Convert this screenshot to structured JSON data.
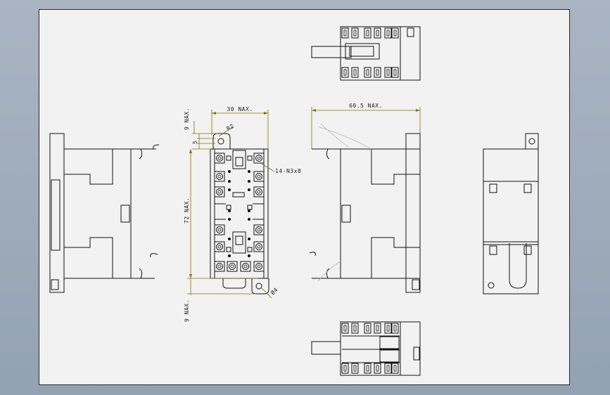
{
  "drawing": {
    "dimensions": {
      "width_top": "30 NAX.",
      "width_side": "60.5 NAX.",
      "height_main": "72 NAX.",
      "top_margin": "9 NAX.",
      "bottom_margin": "9 NAX.",
      "small_gap": "5",
      "radius": "R2",
      "hole_diameter": "Ø4",
      "terminals": "14-N3x8"
    },
    "colors": {
      "background": "#93a2b3",
      "sheet": "#f2f2f2",
      "line": "#111111",
      "dimension": "#7a7a00"
    }
  }
}
